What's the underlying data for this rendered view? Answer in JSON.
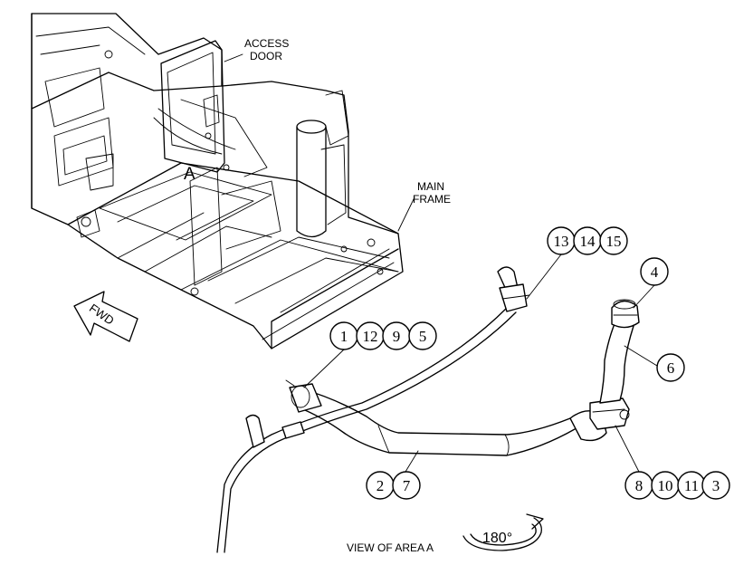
{
  "labels": {
    "access_door_line1": "ACCESS",
    "access_door_line2": "DOOR",
    "main_frame_line1": "MAIN",
    "main_frame_line2": "FRAME",
    "area_marker": "A",
    "fwd_arrow": "FWD",
    "view_caption": "VIEW OF AREA A",
    "rotation": "180°"
  },
  "callouts": {
    "group_top": [
      "13",
      "14",
      "15"
    ],
    "single_4": "4",
    "group_left": [
      "1",
      "12",
      "9",
      "5"
    ],
    "single_6": "6",
    "group_bottom_left": [
      "2",
      "7"
    ],
    "group_bottom_right": [
      "8",
      "10",
      "11",
      "3"
    ]
  }
}
